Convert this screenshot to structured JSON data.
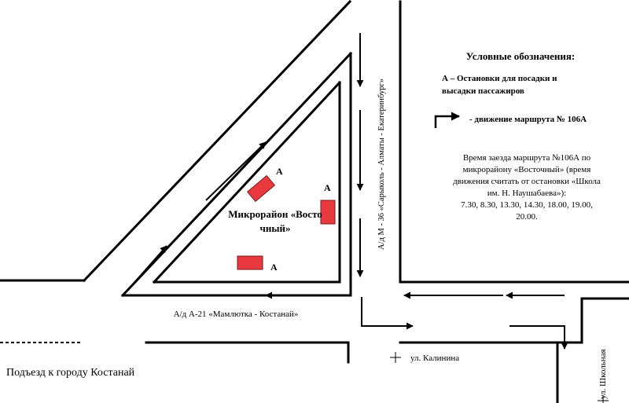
{
  "map": {
    "district_label_line1": "Микрорайон «Восто",
    "district_label_line2": "чный»",
    "stop_marker_letter": "А",
    "road_vertical_label": "А/д М - 36 «Сарыколь - Алматы - Екатеринбург»",
    "road_horizontal_label": "А/д А-21 «Мамлютка - Костанай»",
    "street_kalinina": "ул. Калинина",
    "street_shkolnaya": "ул. Школьная",
    "entrance_label": "Подъезд к городу Костанай"
  },
  "legend": {
    "title": "Условные обозначения:",
    "stops_line1": "А – Остановки для посадки и",
    "stops_line2": "высадки пассажиров",
    "route_label": "- движение маршрута № 106А",
    "schedule_line1": "Время заезда маршрута №106А по",
    "schedule_line2": "микрорайону «Восточный» (время",
    "schedule_line3": "движения считать от остановки «Школа",
    "schedule_line4": "им. Н. Наушабаева»):",
    "schedule_line5": "7.30,  8.30,  13.30,   14.30,  18.00,  19.00,",
    "schedule_line6": "20.00."
  },
  "colors": {
    "stop_fill": "#e8393f",
    "stop_stroke": "#7a1a1a",
    "road_line": "#000000",
    "background": "#ffffff"
  }
}
